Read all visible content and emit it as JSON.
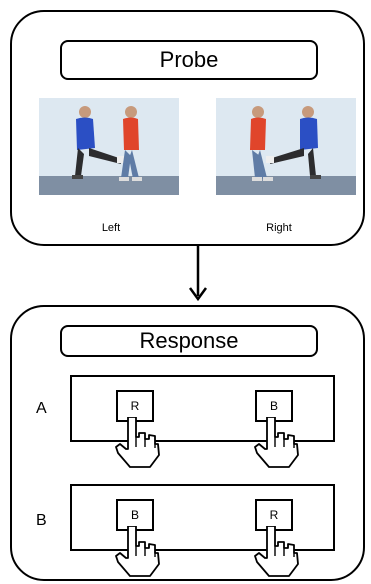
{
  "probe": {
    "title": "Probe",
    "left_label": "Left",
    "right_label": "Right"
  },
  "response": {
    "title": "Response",
    "rows": [
      {
        "label": "A",
        "left_key": "R",
        "right_key": "B"
      },
      {
        "label": "B",
        "left_key": "B",
        "right_key": "R"
      }
    ]
  },
  "colors": {
    "background_wall": "#dde8f1",
    "floor": "#7f8fa3",
    "blue_shirt": "#2b4fc4",
    "red_shirt": "#e0452b",
    "jeans": "#5f7ca6",
    "dark_pants": "#2c2c2e"
  }
}
